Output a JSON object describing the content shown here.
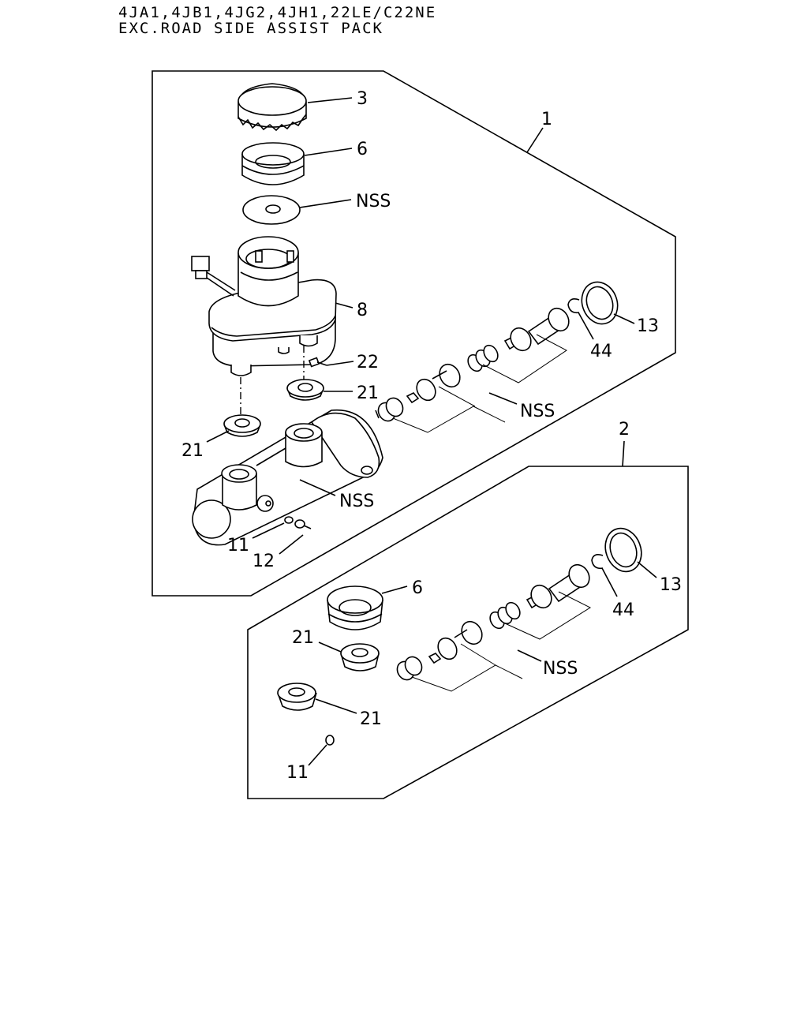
{
  "header": {
    "line1": "4JA1,4JB1,4JG2,4JH1,22LE/C22NE",
    "line2": "EXC.ROAD SIDE ASSIST PACK"
  },
  "callouts": {
    "assembly_1": "1",
    "assembly_2": "2",
    "cap": "3",
    "seal_top": "6",
    "nss_diaphragm": "NSS",
    "reservoir": "8",
    "grommet_right_top": "21",
    "grommet_left": "21",
    "screw_22": "22",
    "nss_pistons_1": "NSS",
    "nss_body": "NSS",
    "washer_11": "11",
    "bolt_12": "12",
    "circlip_44": "44",
    "boot_13": "13",
    "kit_seal_6": "6",
    "kit_grommet_a": "21",
    "kit_grommet_b": "21",
    "kit_washer_11": "11",
    "nss_pistons_2": "NSS",
    "kit_circlip_44": "44",
    "kit_boot_13": "13"
  }
}
